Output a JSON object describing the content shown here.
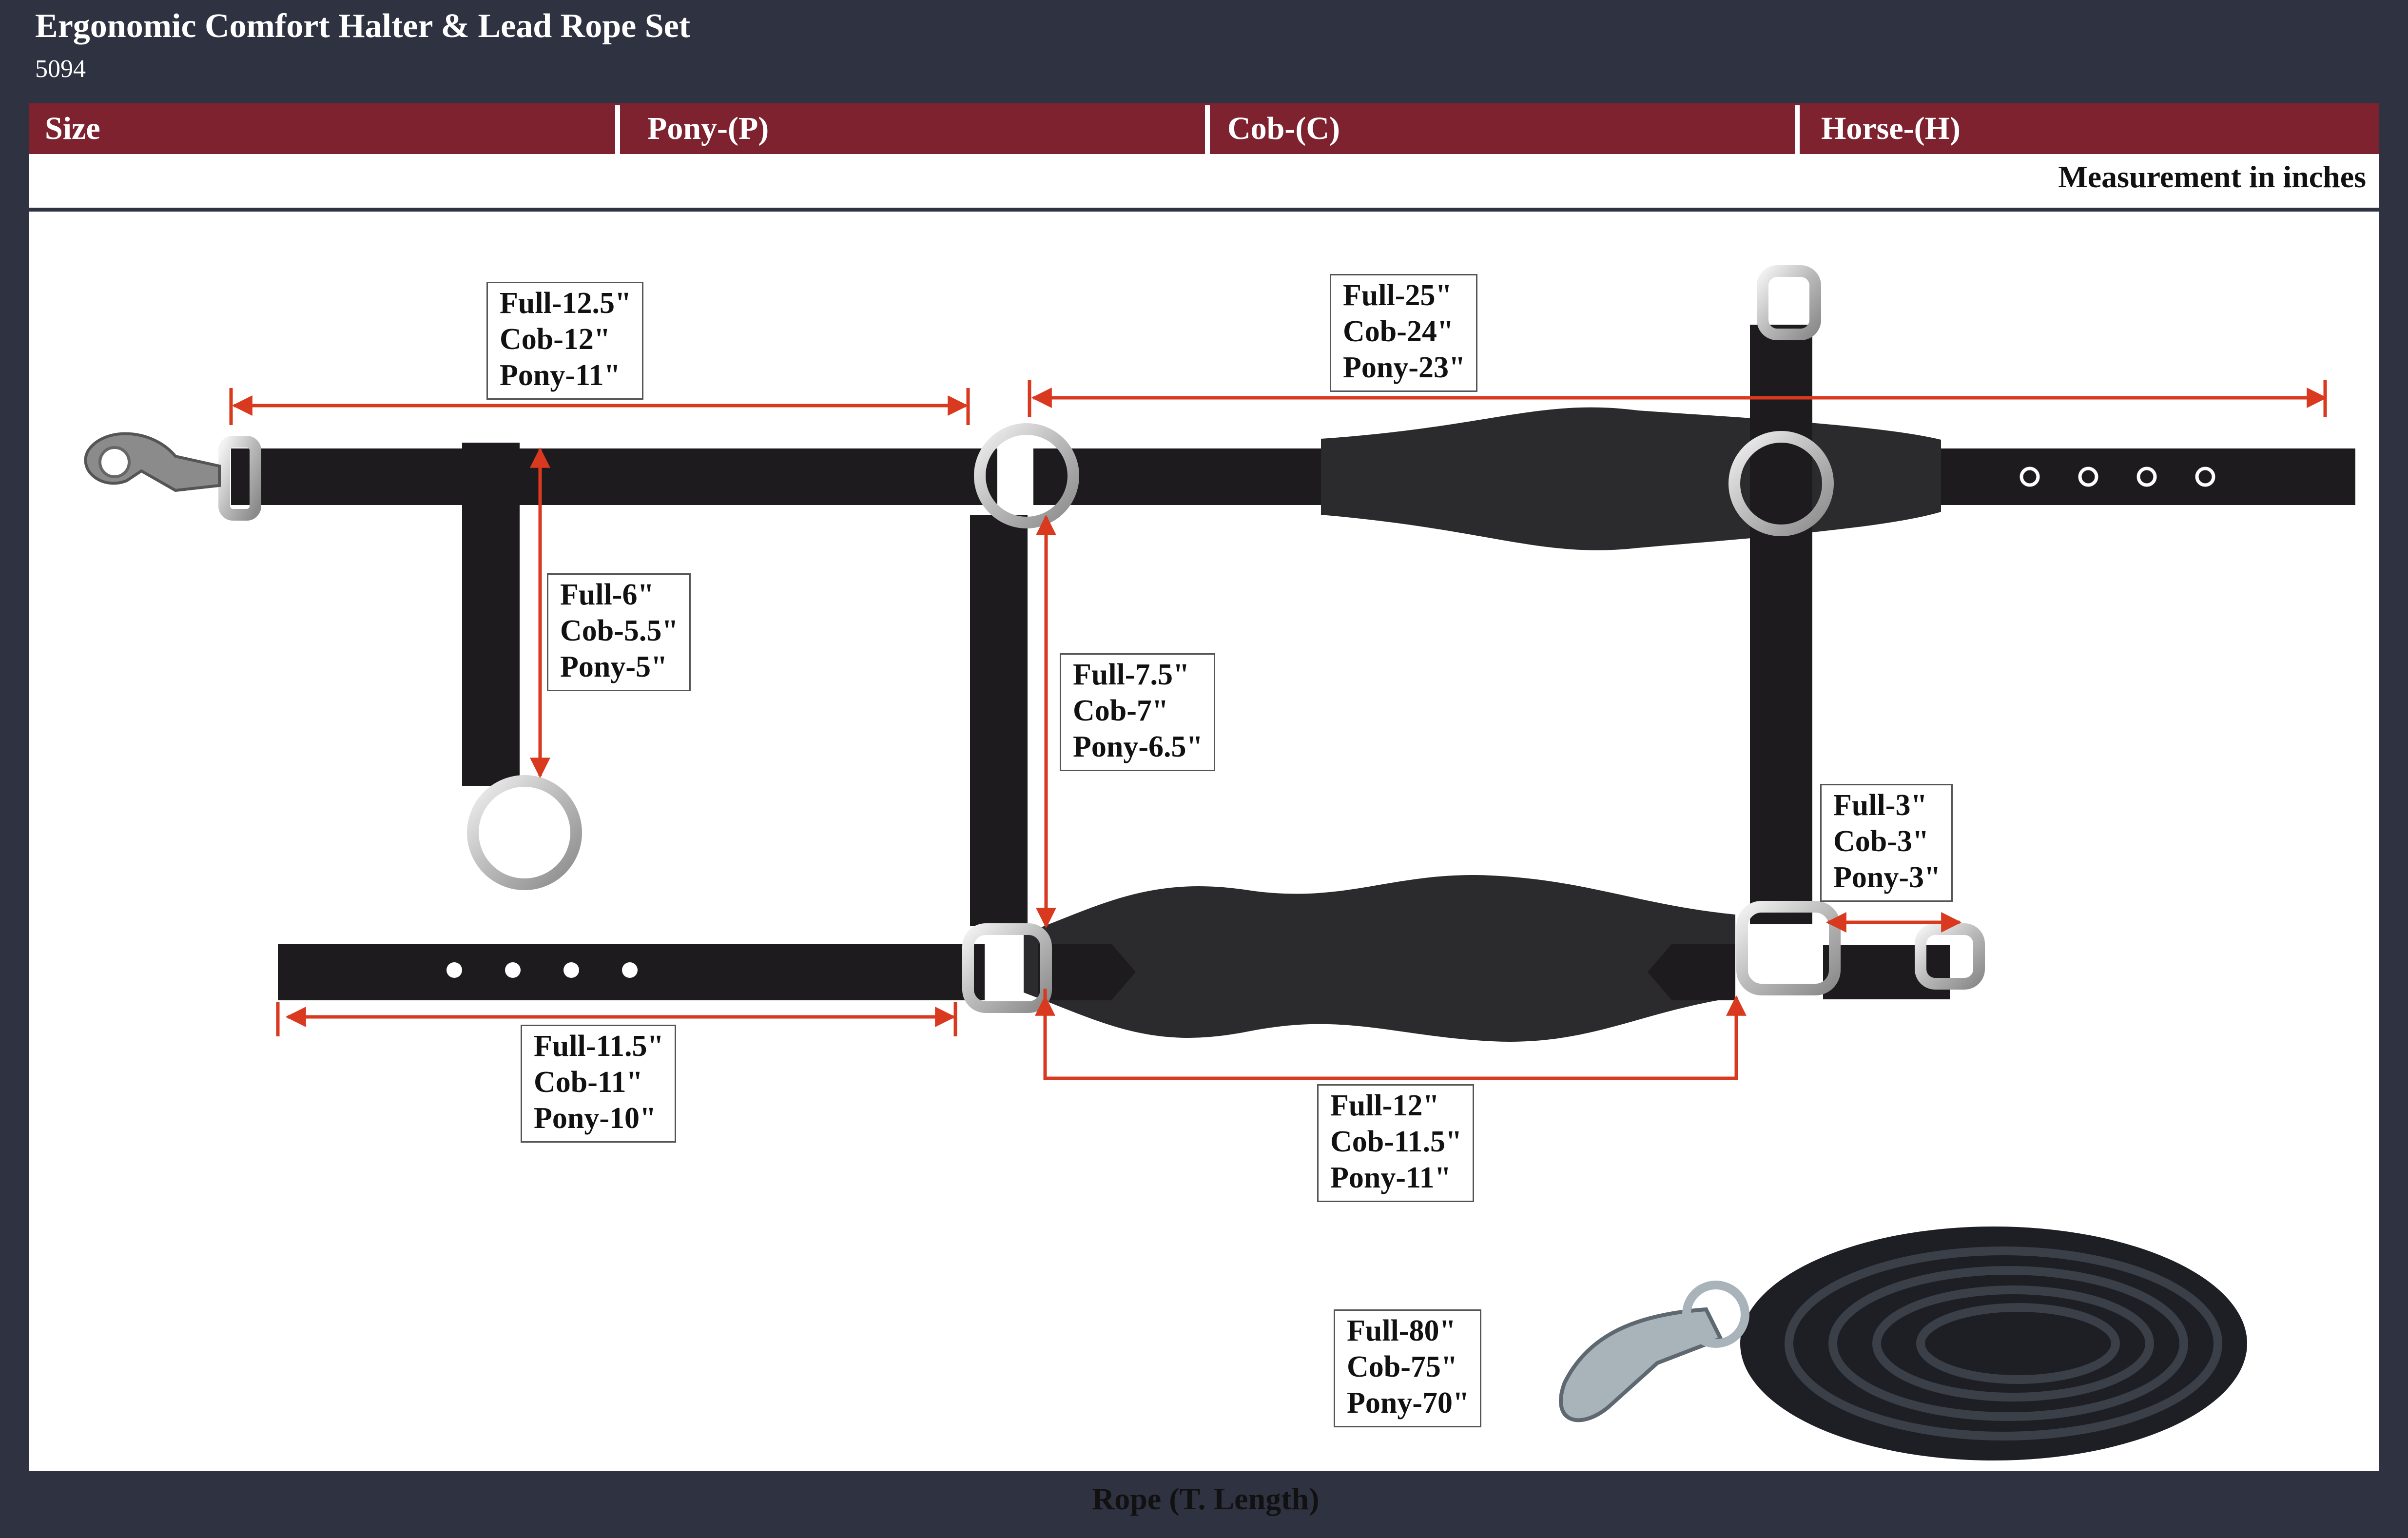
{
  "product": {
    "title": "Ergonomic Comfort Halter & Lead Rope Set",
    "sku": "5094"
  },
  "size_header": [
    "Size",
    "Pony-(P)",
    "Cob-(C)",
    "Horse-(H)"
  ],
  "measurement_note": "Measurement in inches",
  "dimensions": {
    "top_strap": [
      "Full-12.5\"",
      "Cob-12\"",
      "Pony-11\""
    ],
    "crown_strap": [
      "Full-25\"",
      "Cob-24\"",
      "Pony-23\""
    ],
    "throat_drop": [
      "Full-6\"",
      "Cob-5.5\"",
      "Pony-5\""
    ],
    "cheek_drop": [
      "Full-7.5\"",
      "Cob-7\"",
      "Pony-6.5\""
    ],
    "chin_strap": [
      "Full-3\"",
      "Cob-3\"",
      "Pony-3\""
    ],
    "lower_strap": [
      "Full-11.5\"",
      "Cob-11\"",
      "Pony-10\""
    ],
    "noseband": [
      "Full-12\"",
      "Cob-11.5\"",
      "Pony-11\""
    ],
    "rope": [
      "Full-80\"",
      "Cob-75\"",
      "Pony-70\""
    ]
  },
  "rope_label": "Rope (T. Length)",
  "colors": {
    "header_bar": "#7e2230",
    "frame": "#2f3341",
    "strap": "#1e1b1f",
    "padding": "#2b2a2c",
    "dimension_line": "#d9391f",
    "hardware": "#c9c9c9"
  }
}
